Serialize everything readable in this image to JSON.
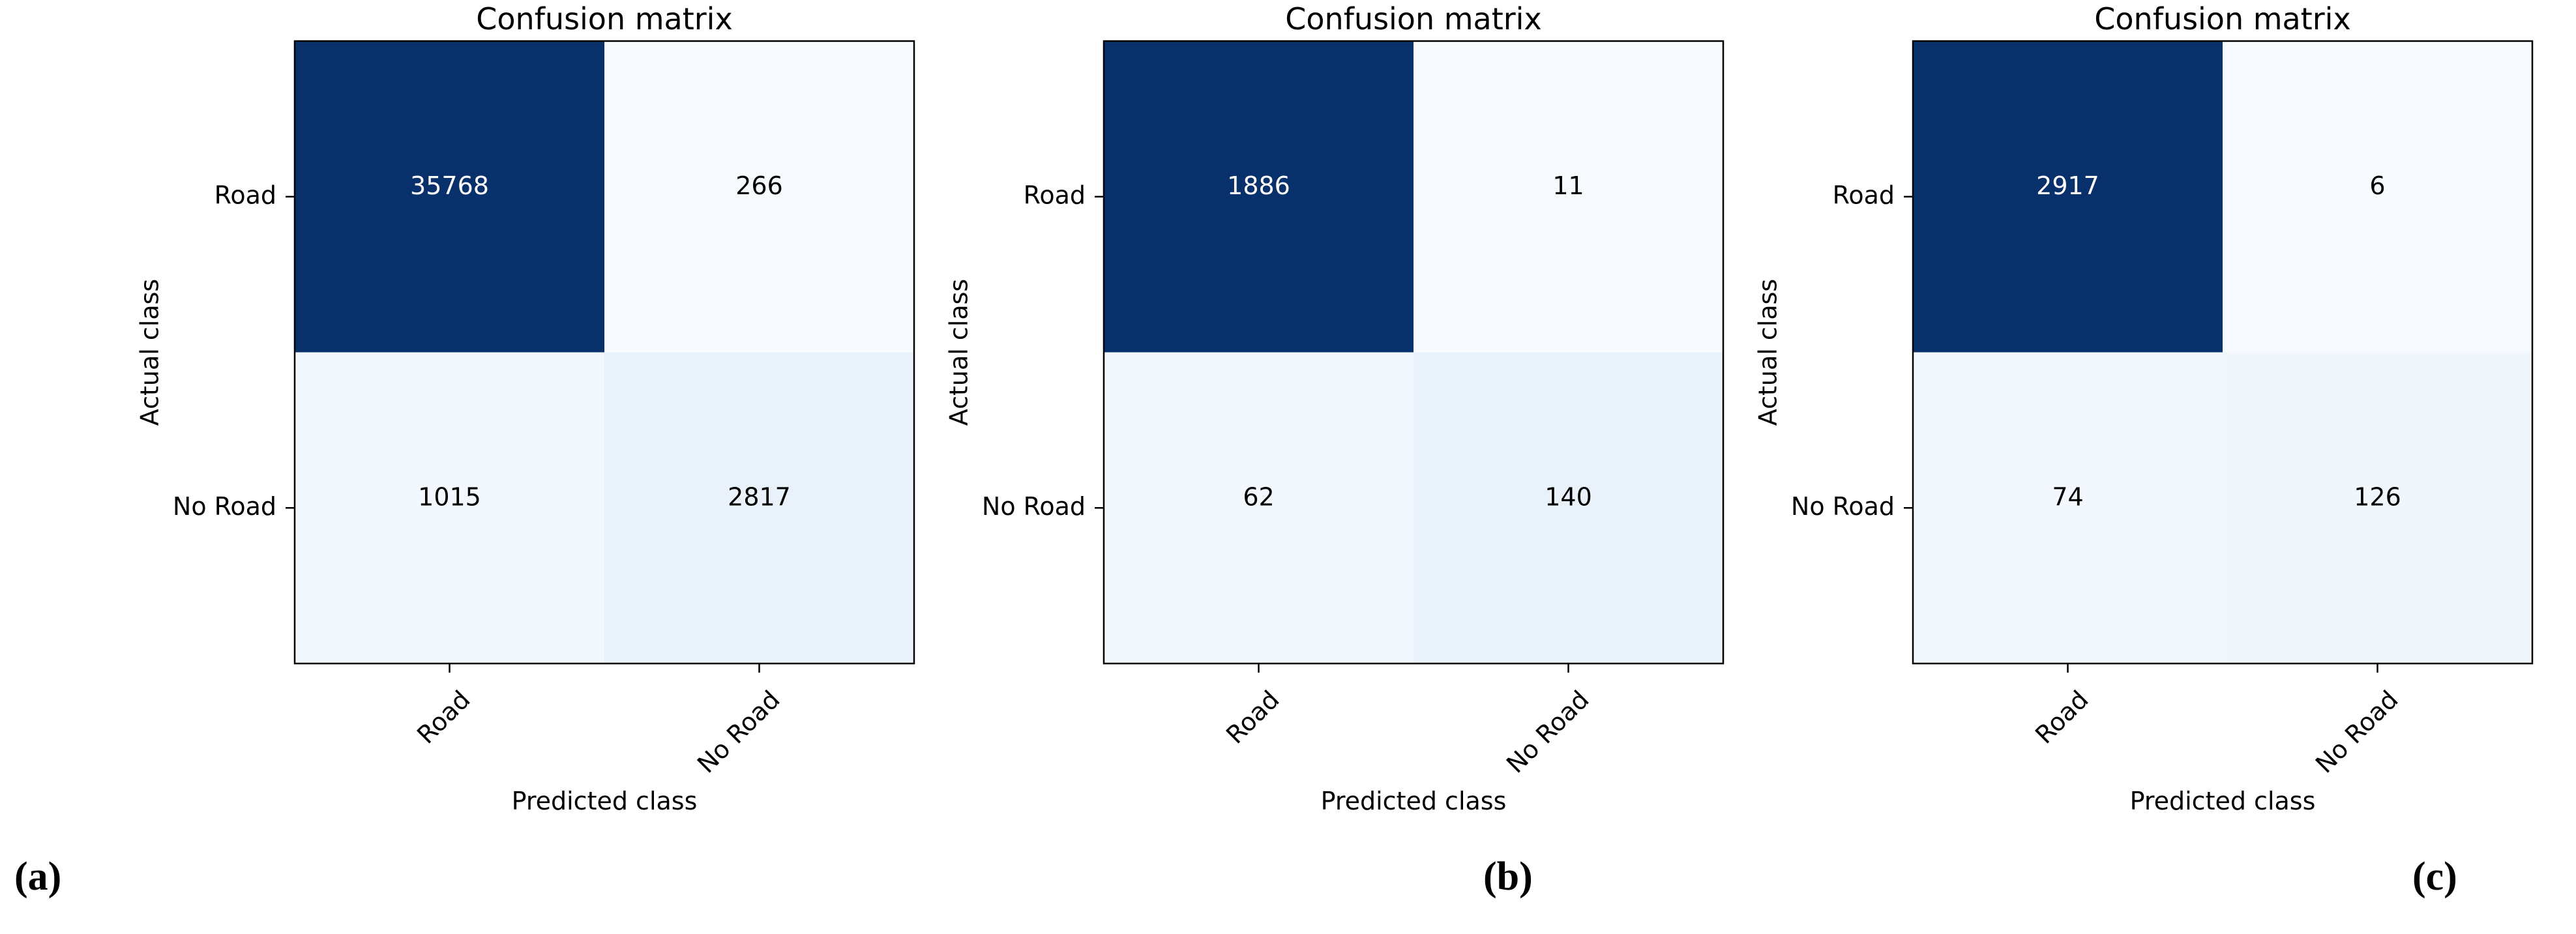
{
  "chart_data": [
    {
      "type": "heatmap",
      "title": "Confusion matrix",
      "xlabel": "Predicted class",
      "ylabel": "Actual class",
      "x_categories": [
        "Road",
        "No Road"
      ],
      "y_categories": [
        "Road",
        "No Road"
      ],
      "values": [
        [
          35768,
          266
        ],
        [
          1015,
          2817
        ]
      ],
      "colormap": "Blues",
      "grid": false,
      "panel_label": "(a)"
    },
    {
      "type": "heatmap",
      "title": "Confusion matrix",
      "xlabel": "Predicted class",
      "ylabel": "Actual class",
      "x_categories": [
        "Road",
        "No Road"
      ],
      "y_categories": [
        "Road",
        "No Road"
      ],
      "values": [
        [
          1886,
          11
        ],
        [
          62,
          140
        ]
      ],
      "colormap": "Blues",
      "grid": false,
      "panel_label": "(b)"
    },
    {
      "type": "heatmap",
      "title": "Confusion matrix",
      "xlabel": "Predicted class",
      "ylabel": "Actual class",
      "x_categories": [
        "Road",
        "No Road"
      ],
      "y_categories": [
        "Road",
        "No Road"
      ],
      "values": [
        [
          2917,
          6
        ],
        [
          74,
          126
        ]
      ],
      "colormap": "Blues",
      "grid": false,
      "panel_label": "(c)"
    }
  ],
  "colors": {
    "cmap_low": "#f7fbff",
    "cmap_high": "#08306b",
    "text_dark": "#000000",
    "text_light": "#ffffff"
  }
}
